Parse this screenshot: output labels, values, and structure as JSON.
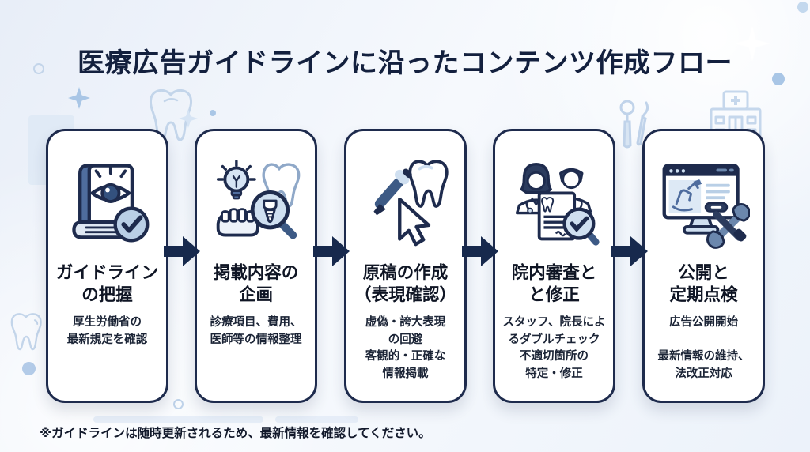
{
  "page": {
    "title": "医療広告ガイドラインに沿ったコンテンツ作成フロー",
    "footnote": "※ガイドラインは随時更新されるため、最新情報を確認してください。"
  },
  "colors": {
    "navy_outline": "#1e2b4d",
    "steel_blue": "#4f6d9e",
    "light_blue_fill": "#b9cfe6",
    "pale_blue_fill": "#dde9f5",
    "card_background": "#ffffff",
    "background_tint": "#e8eef8",
    "arrow": "#17294d",
    "deco_blue": "#c3d5ea"
  },
  "steps": [
    {
      "icon": "guideline-book-eye-check-icon",
      "title": "ガイドライン\nの把握",
      "description": "厚生労働省の\n最新規定を確認"
    },
    {
      "icon": "planning-lightbulb-dentures-magnifier-icon",
      "title": "掲載内容の\n企画",
      "description": "診療項目、費用、\n医師等の情報整理"
    },
    {
      "icon": "drafting-pen-tooth-cursor-icon",
      "title": "原稿の作成\n（表現確認）",
      "description": "虚偽・誇大表現\nの回避\n客観的・正確な\n情報掲載"
    },
    {
      "icon": "internal-review-staff-document-magnifier-icon",
      "title": "院内審査と\nと修正",
      "description": "スタッフ、院長によ\nるダブルチェック\n不適切箇所の\n特定・修正"
    },
    {
      "icon": "publish-monitor-tools-icon",
      "title": "公開と\n定期点検",
      "description": "広告公開開始\n\n最新情報の維持、\n法改正対応"
    }
  ]
}
